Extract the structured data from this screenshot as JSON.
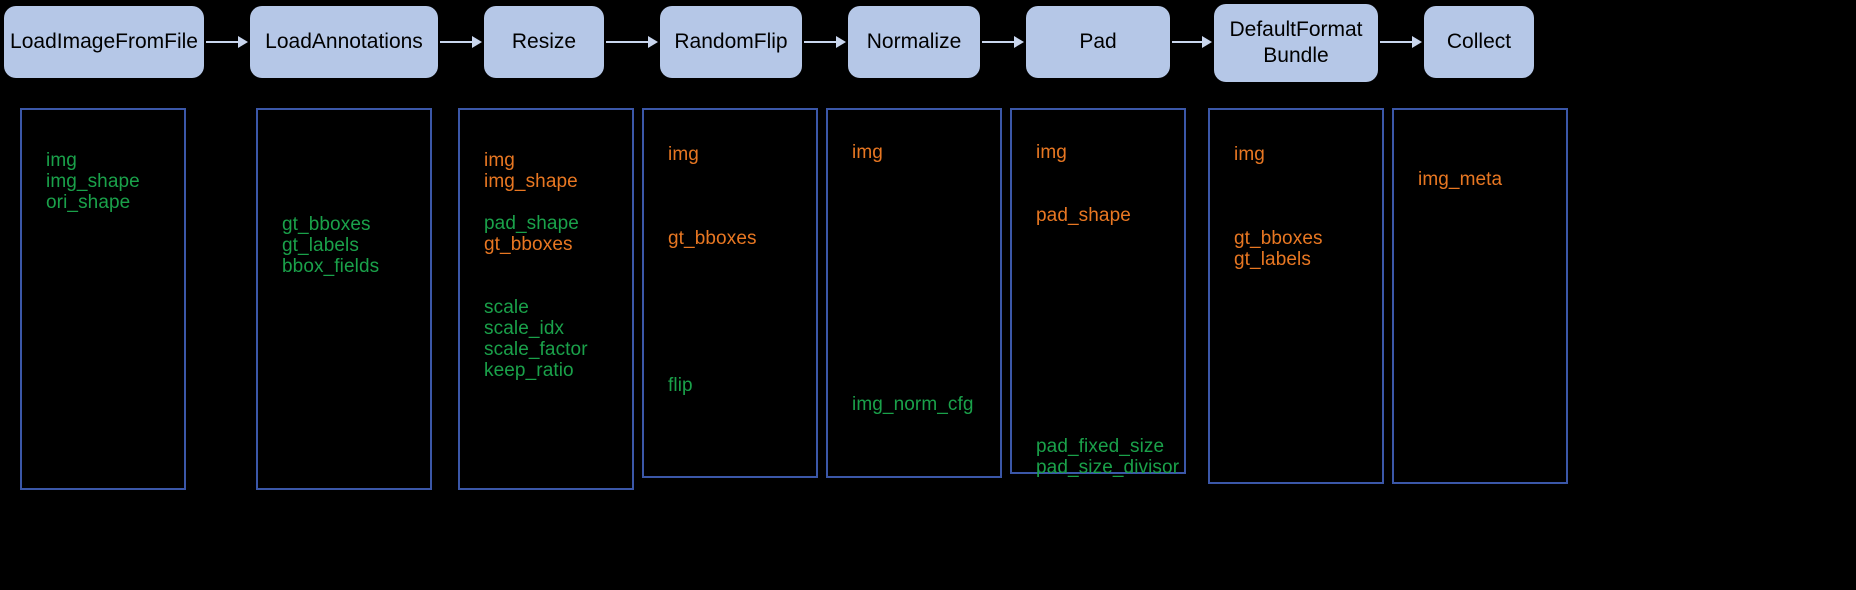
{
  "theme": {
    "background": "#000000",
    "node_fill": "#b5c7e7",
    "node_text": "#000000",
    "arrow": "#c9d6ee",
    "panel_border": "#3b57a8",
    "added_key": "#1aa14a",
    "modified_key": "#e87722"
  },
  "pipeline": {
    "stages": [
      {
        "id": "load-image-from-file",
        "label": "LoadImageFromFile"
      },
      {
        "id": "load-annotations",
        "label": "LoadAnnotations"
      },
      {
        "id": "resize",
        "label": "Resize"
      },
      {
        "id": "random-flip",
        "label": "RandomFlip"
      },
      {
        "id": "normalize",
        "label": "Normalize"
      },
      {
        "id": "pad",
        "label": "Pad"
      },
      {
        "id": "default-format-bundle",
        "label": "DefaultFormat\nBundle"
      },
      {
        "id": "collect",
        "label": "Collect"
      }
    ],
    "arrow_count": 7
  },
  "columns": [
    {
      "id": "load-image-from-file-keys",
      "stage": "LoadImageFromFile",
      "lines": [
        {
          "text": "img",
          "color": "green"
        },
        {
          "text": "img_shape",
          "color": "green"
        },
        {
          "text": "ori_shape",
          "color": "green"
        }
      ]
    },
    {
      "id": "load-annotations-keys",
      "stage": "LoadAnnotations",
      "lines": [
        {
          "text": "gt_bboxes",
          "color": "green"
        },
        {
          "text": "gt_labels",
          "color": "green"
        },
        {
          "text": "bbox_fields",
          "color": "green"
        }
      ]
    },
    {
      "id": "resize-keys",
      "stage": "Resize",
      "lines": [
        {
          "text": "img",
          "color": "orange"
        },
        {
          "text": "img_shape",
          "color": "orange"
        },
        {
          "text": "",
          "color": "gap"
        },
        {
          "text": "pad_shape",
          "color": "green"
        },
        {
          "text": "gt_bboxes",
          "color": "orange"
        },
        {
          "text": "",
          "color": "gap"
        },
        {
          "text": "",
          "color": "gap"
        },
        {
          "text": "scale",
          "color": "green"
        },
        {
          "text": "scale_idx",
          "color": "green"
        },
        {
          "text": "scale_factor",
          "color": "green"
        },
        {
          "text": "keep_ratio",
          "color": "green"
        }
      ]
    },
    {
      "id": "random-flip-keys",
      "stage": "RandomFlip",
      "lines": [
        {
          "text": "img",
          "color": "orange"
        },
        {
          "text": "",
          "color": "gap"
        },
        {
          "text": "",
          "color": "gap"
        },
        {
          "text": "",
          "color": "gap"
        },
        {
          "text": "gt_bboxes",
          "color": "orange"
        },
        {
          "text": "",
          "color": "gap"
        },
        {
          "text": "",
          "color": "gap"
        },
        {
          "text": "",
          "color": "gap"
        },
        {
          "text": "",
          "color": "gap"
        },
        {
          "text": "",
          "color": "gap"
        },
        {
          "text": "",
          "color": "gap"
        },
        {
          "text": "flip",
          "color": "green"
        }
      ]
    },
    {
      "id": "normalize-keys",
      "stage": "Normalize",
      "lines": [
        {
          "text": "img",
          "color": "orange"
        },
        {
          "text": "",
          "color": "gap"
        },
        {
          "text": "",
          "color": "gap"
        },
        {
          "text": "",
          "color": "gap"
        },
        {
          "text": "",
          "color": "gap"
        },
        {
          "text": "",
          "color": "gap"
        },
        {
          "text": "",
          "color": "gap"
        },
        {
          "text": "",
          "color": "gap"
        },
        {
          "text": "",
          "color": "gap"
        },
        {
          "text": "",
          "color": "gap"
        },
        {
          "text": "",
          "color": "gap"
        },
        {
          "text": "",
          "color": "gap"
        },
        {
          "text": "img_norm_cfg",
          "color": "green"
        }
      ]
    },
    {
      "id": "pad-keys",
      "stage": "Pad",
      "lines": [
        {
          "text": "img",
          "color": "orange"
        },
        {
          "text": "",
          "color": "gap"
        },
        {
          "text": "",
          "color": "gap"
        },
        {
          "text": "pad_shape",
          "color": "orange"
        },
        {
          "text": "",
          "color": "gap"
        },
        {
          "text": "",
          "color": "gap"
        },
        {
          "text": "",
          "color": "gap"
        },
        {
          "text": "",
          "color": "gap"
        },
        {
          "text": "",
          "color": "gap"
        },
        {
          "text": "",
          "color": "gap"
        },
        {
          "text": "",
          "color": "gap"
        },
        {
          "text": "",
          "color": "gap"
        },
        {
          "text": "",
          "color": "gap"
        },
        {
          "text": "",
          "color": "gap"
        },
        {
          "text": "pad_fixed_size",
          "color": "green"
        },
        {
          "text": "pad_size_divisor",
          "color": "green"
        }
      ]
    },
    {
      "id": "default-format-bundle-keys",
      "stage": "DefaultFormatBundle",
      "lines": [
        {
          "text": "img",
          "color": "orange"
        },
        {
          "text": "",
          "color": "gap"
        },
        {
          "text": "",
          "color": "gap"
        },
        {
          "text": "",
          "color": "gap"
        },
        {
          "text": "gt_bboxes",
          "color": "orange"
        },
        {
          "text": "gt_labels",
          "color": "orange"
        }
      ]
    },
    {
      "id": "collect-keys",
      "stage": "Collect",
      "lines": [
        {
          "text": "",
          "color": "gap"
        },
        {
          "text": "img_meta",
          "color": "orange"
        }
      ]
    }
  ]
}
